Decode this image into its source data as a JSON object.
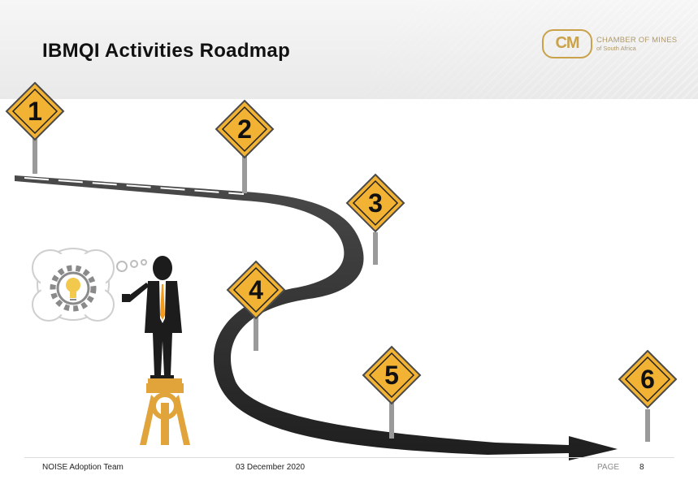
{
  "slide": {
    "title": "IBMQI Activities Roadmap"
  },
  "logo": {
    "mark": "CM",
    "line1": "CHAMBER OF MINES",
    "line2": "of South Africa",
    "color": "#c9a24a"
  },
  "roadmap": {
    "signs": [
      "1",
      "2",
      "3",
      "4",
      "5",
      "6"
    ],
    "sign_color": "#f2b233",
    "road_color": "#3a3a3a"
  },
  "footer": {
    "team": "NOISE Adoption Team",
    "date": "03 December 2020",
    "page_label": "PAGE",
    "page_number": "8"
  }
}
